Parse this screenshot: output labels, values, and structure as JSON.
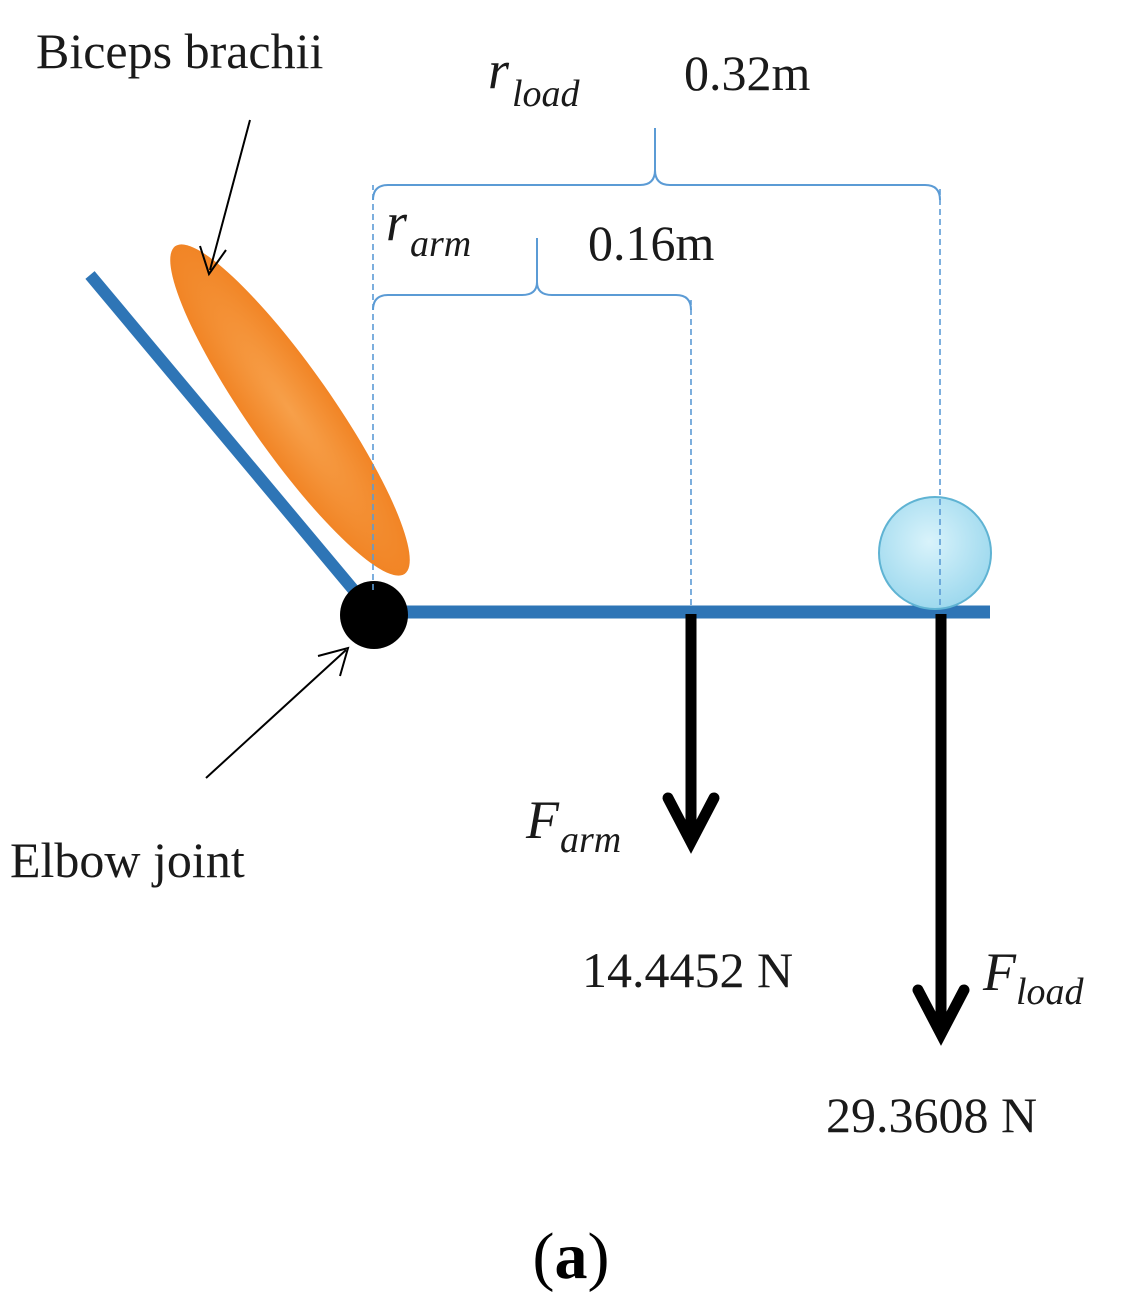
{
  "labels": {
    "biceps": "Biceps brachii",
    "elbow": "Elbow joint",
    "r_load_symbol": "r",
    "r_load_subscript": "load",
    "r_load_value": "0.32m",
    "r_arm_symbol": "r",
    "r_arm_subscript": "arm",
    "r_arm_value": "0.16m",
    "f_arm_symbol": "F",
    "f_arm_subscript": "arm",
    "f_arm_value": "14.4452 N",
    "f_load_symbol": "F",
    "f_load_subscript": "load",
    "f_load_value": "29.3608 N",
    "caption_open": "(",
    "caption_letter": "a",
    "caption_close": ")"
  },
  "colors": {
    "bone": "#2E75B6",
    "muscle": "#F07F1E",
    "joint": "#000000",
    "load_fill": "#9ED9EE",
    "load_stroke": "#5FB3D3",
    "bracket": "#5B9BD5",
    "arrow": "#000000"
  }
}
